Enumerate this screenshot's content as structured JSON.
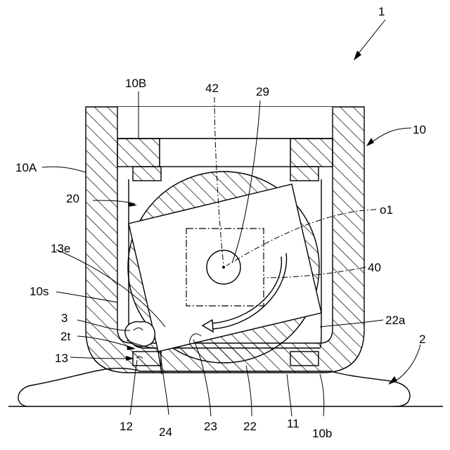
{
  "labels": {
    "device": "1",
    "substrate": "2",
    "cap": "10",
    "cap_side": "10A",
    "cap_top": "10B",
    "inner_surface": "10s",
    "cap_bottom": "10b",
    "cap_opening": "11",
    "cap_corner": "12",
    "cap_recess": "13",
    "recess_edge": "13e",
    "particle": "3",
    "substrate_tip": "2t",
    "rotor": "20",
    "rotor_body": "22",
    "rotor_surface": "22a",
    "groove": "23",
    "edge_point": "24",
    "shaft": "29",
    "actuator": "40",
    "pin": "42",
    "axis": "o1"
  },
  "colors": {
    "line": "#000000",
    "background": "#ffffff"
  }
}
